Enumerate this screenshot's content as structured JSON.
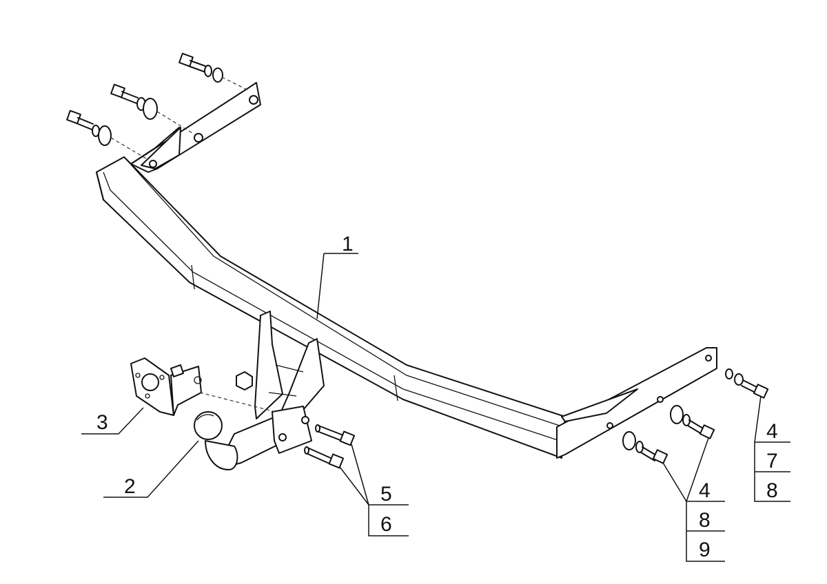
{
  "callouts": {
    "bar": "1",
    "ball": "2",
    "socket_plate": "3",
    "ball_bolt_top": "5",
    "ball_bolt_bottom": "6",
    "right_upper_a": "4",
    "right_upper_b": "7",
    "right_upper_c": "8",
    "right_lower_a": "4",
    "right_lower_b": "8",
    "right_lower_c": "9"
  }
}
